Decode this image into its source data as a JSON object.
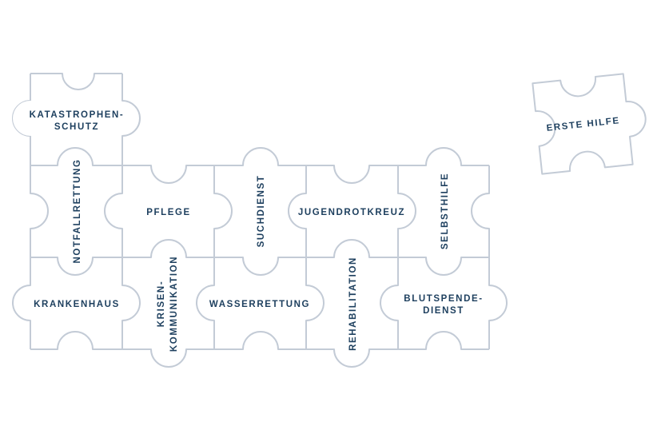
{
  "pieces": {
    "katastrophenschutz": {
      "line1": "KATASTROPHEN-",
      "line2": "SCHUTZ"
    },
    "notfallrettung": {
      "label": "NOTFALLRETTUNG"
    },
    "pflege": {
      "label": "PFLEGE"
    },
    "suchdienst": {
      "label": "SUCHDIENST"
    },
    "jugendrotkreuz": {
      "label": "JUGENDROTKREUZ"
    },
    "selbsthilfe": {
      "label": "SELBSTHILFE"
    },
    "krankenhaus": {
      "label": "KRANKENHAUS"
    },
    "krisenkommunikation": {
      "line1": "KRISEN-",
      "line2": "KOMMUNIKATION"
    },
    "wasserrettung": {
      "label": "WASSERRETTUNG"
    },
    "rehabilitation": {
      "label": "REHABILITATION"
    },
    "blutspendedienst": {
      "line1": "BLUTSPENDE-",
      "line2": "DIENST"
    },
    "erste_hilfe": {
      "label": "ERSTE HILFE"
    }
  },
  "colors": {
    "outline": "#c3cbd6",
    "text": "#1d3f5e",
    "background": "#ffffff"
  }
}
